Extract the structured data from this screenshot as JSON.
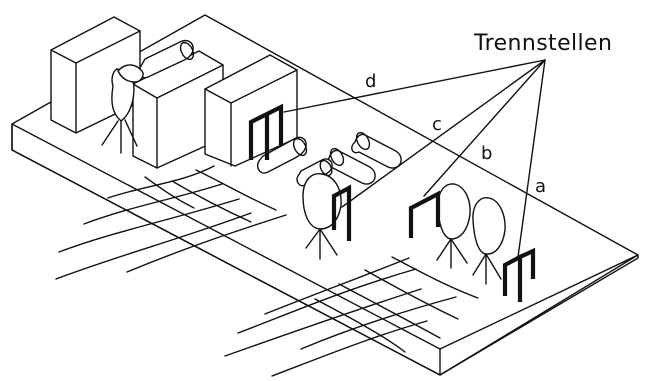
{
  "diagram": {
    "title": "Trennstellen",
    "labels": {
      "a": "a",
      "b": "b",
      "c": "c",
      "d": "d"
    },
    "colors": {
      "ink": "#111111",
      "background": "#ffffff"
    }
  }
}
